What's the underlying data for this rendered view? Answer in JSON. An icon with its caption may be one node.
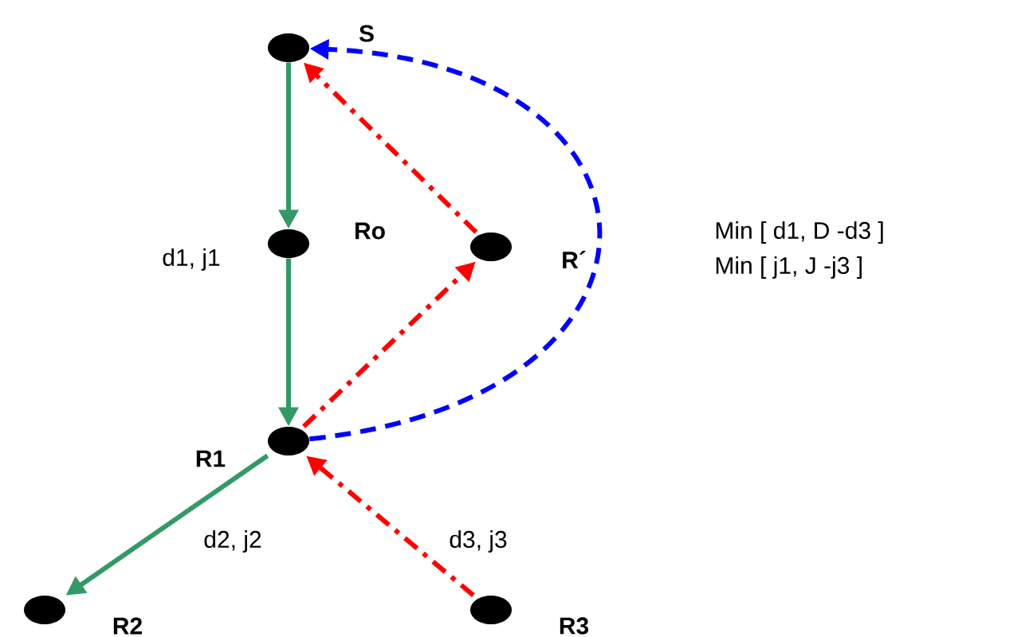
{
  "diagram": {
    "nodes": [
      {
        "text": [
          "S"
        ]
      },
      {
        "text": [
          "Ro"
        ]
      },
      {
        "text": [
          "R´"
        ]
      },
      {
        "text": [
          "R1"
        ]
      },
      {
        "text": [
          "R2"
        ]
      },
      {
        "text": [
          "R3"
        ]
      }
    ],
    "edges": [
      {
        "from": 0,
        "to": 1,
        "arrow": "to",
        "color": "#339966"
      },
      {
        "from": 1,
        "to": 3,
        "arrow": "to",
        "label": "d1, j1",
        "color": "#339966"
      },
      {
        "from": 3,
        "to": 4,
        "arrow": "to",
        "label": "d2, j2",
        "color": "#339966"
      },
      {
        "from": 5,
        "to": 3,
        "arrow": "to",
        "label": "d3, j3",
        "style": "dashed",
        "color": "#ff0000"
      },
      {
        "from": 3,
        "to": 2,
        "arrow": "to",
        "style": "dashed",
        "color": "#ff0000"
      },
      {
        "from": 2,
        "to": 0,
        "arrow": "to",
        "style": "dashed",
        "color": "#ff0000"
      },
      {
        "from": 3,
        "to": 0,
        "arrow": "to",
        "style": "dashed",
        "color": "#0000ff"
      }
    ],
    "labels": [
      "Min [ d1, D -d3 ]",
      "Min [ j1, J -j3 ]"
    ]
  }
}
